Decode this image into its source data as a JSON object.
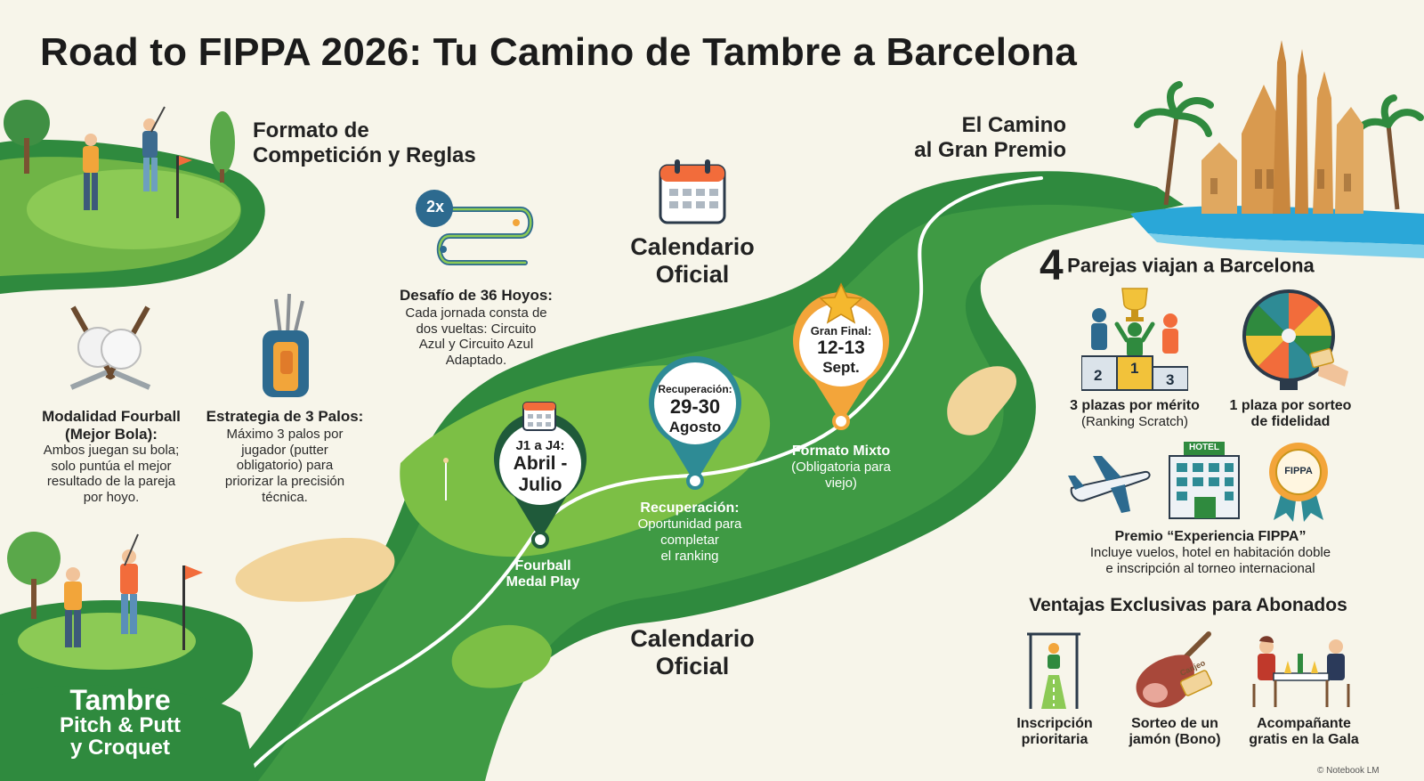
{
  "title": "Road to FIPPA 2026: Tu Camino de Tambre a Barcelona",
  "colors": {
    "background": "#f7f5ea",
    "course_green": "#2f8a3e",
    "dark_green": "#1f5f30",
    "fairway": "#7cbf45",
    "sand": "#f2d49a",
    "teal_pin": "#2e8b95",
    "orange_pin": "#f3a53a",
    "dark_pin": "#1f5a3a"
  },
  "sections": {
    "formato": {
      "title_line1": "Formato de",
      "title_line2": "Competición y Reglas"
    },
    "camino": {
      "title_line1": "El Camino",
      "title_line2": "al Gran Premio"
    },
    "calendario_top": {
      "line1": "Calendario",
      "line2": "Oficial"
    },
    "calendario_bottom": {
      "line1": "Calendario",
      "line2": "Oficial"
    }
  },
  "rules": {
    "fourball": {
      "title_line1": "Modalidad Fourball",
      "title_line2": "(Mejor Bola):",
      "text": [
        "Ambos juegan su bola;",
        "solo puntúa el mejor",
        "resultado de la pareja",
        "por hoyo."
      ],
      "icon": "golf-balls-clubs-icon"
    },
    "palos": {
      "title": "Estrategia de 3 Palos:",
      "text": [
        "Máximo 3 palos por",
        "jugador (putter",
        "obligatorio) para",
        "priorizar la precisión",
        "técnica."
      ],
      "icon": "golf-bag-icon"
    },
    "desafio": {
      "badge": "2x",
      "title": "Desafío de 36 Hoyos:",
      "text": [
        "Cada jornada consta de",
        "dos vueltas: Circuito",
        "Azul y Circuito Azul",
        "Adaptado."
      ],
      "icon": "route-icon"
    }
  },
  "milestones": {
    "j1": {
      "line1": "J1 a J4:",
      "line2": "Abril -",
      "line3": "Julio",
      "caption_line1": "Fourball",
      "caption_line2": "Medal Play"
    },
    "recuperacion": {
      "line1": "Recuperación:",
      "line2": "29-30",
      "line3": "Agosto",
      "caption_title": "Recuperación:",
      "caption_text": [
        "Oportunidad para",
        "completar",
        "el ranking"
      ]
    },
    "final": {
      "line1": "Gran Final:",
      "line2": "12-13",
      "line3": "Sept.",
      "caption_title": "Formato Mixto",
      "caption_text": [
        "(Obligatoria para",
        "viejo)"
      ]
    }
  },
  "start": {
    "line1": "Tambre",
    "line2": "Pitch & Putt",
    "line3": "y Croquet"
  },
  "prizes": {
    "count": "4",
    "headline": "Parejas viajan a Barcelona",
    "merit": {
      "line1": "3 plazas por mérito",
      "line2": "(Ranking Scratch)",
      "podium": [
        "2",
        "1",
        "3"
      ]
    },
    "lottery": {
      "line1": "1 plaza por sorteo",
      "line2": "de fidelidad"
    },
    "experience": {
      "title": "Premio “Experiencia FIPPA”",
      "text": [
        "Incluye vuelos, hotel en habitación doble",
        "e inscripción al torneo internacional"
      ],
      "hotel_sign": "HOTEL",
      "badge_label": "FIPPA"
    }
  },
  "benefits": {
    "title": "Ventajas Exclusivas para Abonados",
    "items": [
      {
        "line1": "Inscripción",
        "line2": "prioritaria",
        "icon": "priority-lane-icon"
      },
      {
        "line1": "Sorteo de un",
        "line2": "jamón (Bono)",
        "icon": "ham-icon",
        "tag": "Canjeo"
      },
      {
        "line1": "Acompañante",
        "line2": "gratis en la Gala",
        "icon": "gala-dinner-icon"
      }
    ]
  },
  "credit": "© Notebook LM"
}
